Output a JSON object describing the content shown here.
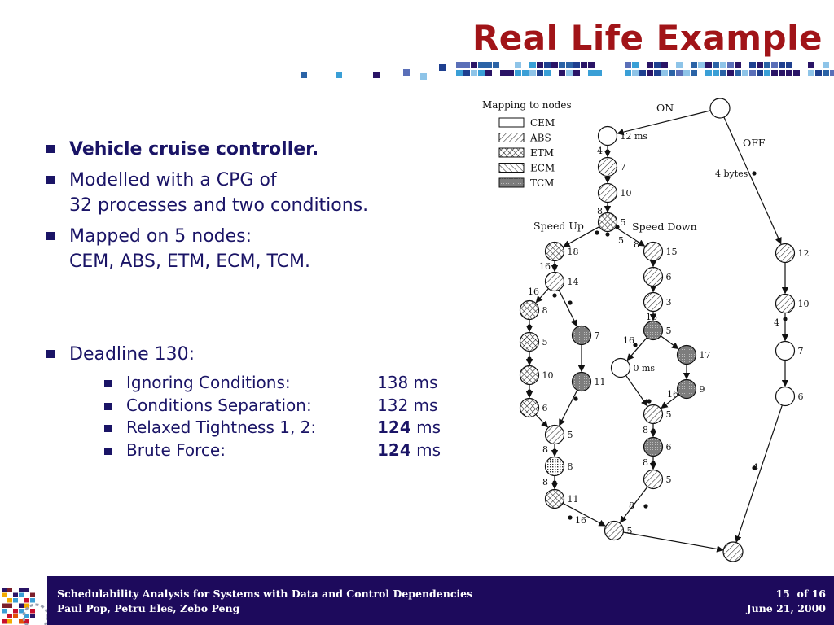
{
  "slide": {
    "title": "Real Life Example",
    "bullets": [
      {
        "text": "Vehicle cruise controller.",
        "bold": true
      },
      {
        "text": "Modelled with a CPG of\n32 processes and two conditions.",
        "bold": false
      },
      {
        "text": "Mapped on 5 nodes:\nCEM, ABS, ETM, ECM, TCM.",
        "bold": false
      }
    ],
    "deadline": "Deadline 130:",
    "results": [
      {
        "label": "Ignoring Conditions:",
        "value": "138",
        "unit": "ms",
        "bold": false
      },
      {
        "label": "Conditions Separation:",
        "value": "132",
        "unit": "ms",
        "bold": false
      },
      {
        "label": "Relaxed Tightness 1, 2:",
        "value": "124",
        "unit": "ms",
        "bold": true
      },
      {
        "label": "Brute Force:",
        "value": "124",
        "unit": "ms",
        "bold": true
      }
    ],
    "colors": {
      "title": "#a11418",
      "text": "#1a1466",
      "footer_bg": "#1d0a5c"
    }
  },
  "diagram": {
    "legend_title": "Mapping to nodes",
    "legend": [
      {
        "label": "CEM",
        "fill": "cem"
      },
      {
        "label": "ABS",
        "fill": "abs"
      },
      {
        "label": "ETM",
        "fill": "etm"
      },
      {
        "label": "ECM",
        "fill": "ecm"
      },
      {
        "label": "TCM",
        "fill": "tcm"
      }
    ],
    "branch_labels": {
      "on": "ON",
      "off": "OFF",
      "speed_up": "Speed Up",
      "speed_down": "Speed Down"
    },
    "nodes": [
      {
        "id": "src",
        "fill": "cem",
        "label": ""
      },
      {
        "id": "n12ms",
        "fill": "cem",
        "label": "12 ms"
      },
      {
        "id": "n7a",
        "fill": "abs",
        "label": "7"
      },
      {
        "id": "n10a",
        "fill": "abs",
        "label": "10"
      },
      {
        "id": "n5a",
        "fill": "etm",
        "label": "5"
      },
      {
        "id": "n18",
        "fill": "etm",
        "label": "18"
      },
      {
        "id": "n14",
        "fill": "abs",
        "label": "14"
      },
      {
        "id": "n8a",
        "fill": "etm",
        "label": "8"
      },
      {
        "id": "n5b",
        "fill": "etm",
        "label": "5"
      },
      {
        "id": "n10b",
        "fill": "etm",
        "label": "10"
      },
      {
        "id": "n6a",
        "fill": "etm",
        "label": "6"
      },
      {
        "id": "n7b",
        "fill": "tcm",
        "label": "7"
      },
      {
        "id": "n11a",
        "fill": "tcm",
        "label": "11"
      },
      {
        "id": "n5c",
        "fill": "abs",
        "label": "5"
      },
      {
        "id": "n8b",
        "fill": "dots",
        "label": "8"
      },
      {
        "id": "n11b",
        "fill": "etm",
        "label": "11"
      },
      {
        "id": "n5d",
        "fill": "abs",
        "label": "5"
      },
      {
        "id": "n15",
        "fill": "abs",
        "label": "15"
      },
      {
        "id": "n6b",
        "fill": "abs",
        "label": "6"
      },
      {
        "id": "n3",
        "fill": "abs",
        "label": "3"
      },
      {
        "id": "n5e",
        "fill": "tcm",
        "label": "5"
      },
      {
        "id": "n0ms",
        "fill": "cem",
        "label": "0 ms"
      },
      {
        "id": "n17",
        "fill": "tcm",
        "label": "17"
      },
      {
        "id": "n9",
        "fill": "tcm",
        "label": "9"
      },
      {
        "id": "n5f",
        "fill": "abs",
        "label": "5"
      },
      {
        "id": "n6c",
        "fill": "tcm",
        "label": "6"
      },
      {
        "id": "n5g",
        "fill": "abs",
        "label": "5"
      },
      {
        "id": "n12r",
        "fill": "abs",
        "label": "12"
      },
      {
        "id": "n10r",
        "fill": "abs",
        "label": "10"
      },
      {
        "id": "n7r",
        "fill": "cem",
        "label": "7"
      },
      {
        "id": "n6r",
        "fill": "cem",
        "label": "6"
      },
      {
        "id": "sink",
        "fill": "abs",
        "label": ""
      }
    ],
    "edge_labels": [
      "4",
      "8",
      "5",
      "8",
      "16",
      "16",
      "16",
      "16",
      "16",
      "8",
      "8",
      "8",
      "8",
      "8",
      "16",
      "4 bytes",
      "4",
      "4"
    ]
  },
  "footer": {
    "line1": "Schedulability Analysis for Systems with Data and Control Dependencies",
    "line2": "Paul Pop, Petru Eles, Zebo Peng",
    "page": "15  of 16",
    "date": "June 21, 2000"
  }
}
